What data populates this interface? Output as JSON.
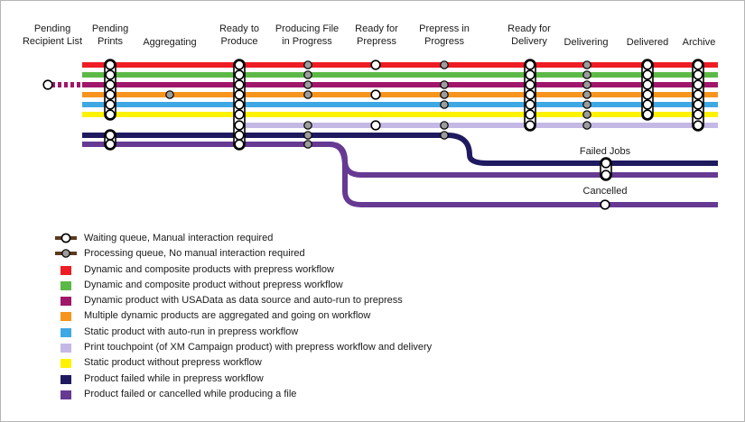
{
  "stages": [
    {
      "id": "pending-recipient-list",
      "label": "Pending\nRecipient List"
    },
    {
      "id": "pending-prints",
      "label": "Pending\nPrints"
    },
    {
      "id": "aggregating",
      "label": "Aggregating"
    },
    {
      "id": "ready-to-produce",
      "label": "Ready to\nProduce"
    },
    {
      "id": "producing-file",
      "label": "Producing File\nin Progress"
    },
    {
      "id": "ready-for-prepress",
      "label": "Ready for\nPrepress"
    },
    {
      "id": "prepress-in-progress",
      "label": "Prepress in\nProgress"
    },
    {
      "id": "ready-for-delivery",
      "label": "Ready for\nDelivery"
    },
    {
      "id": "delivering",
      "label": "Delivering"
    },
    {
      "id": "delivered",
      "label": "Delivered"
    },
    {
      "id": "archive",
      "label": "Archive"
    }
  ],
  "branches": {
    "failed_jobs": "Failed Jobs",
    "cancelled": "Cancelled"
  },
  "colors": {
    "red": "#ee1c24",
    "green": "#5cb946",
    "magenta": "#a0166a",
    "orange": "#f7941d",
    "cyan": "#3ea8e4",
    "lavender": "#c4b9e4",
    "yellow": "#fff200",
    "navy": "#1f1a5f",
    "purple": "#663a93",
    "queue_brown": "#5c3b1e"
  },
  "legend": [
    {
      "kind": "queue-waiting",
      "color": "queue_brown",
      "text": "Waiting queue, Manual interaction required"
    },
    {
      "kind": "queue-processing",
      "color": "queue_brown",
      "text": "Processing queue, No manual interaction required"
    },
    {
      "kind": "line",
      "color": "red",
      "text": "Dynamic and composite products with prepress workflow"
    },
    {
      "kind": "line",
      "color": "green",
      "text": "Dynamic  and composite product without prepress workflow"
    },
    {
      "kind": "line",
      "color": "magenta",
      "text": "Dynamic product with USAData as data source and auto-run to prepress"
    },
    {
      "kind": "line",
      "color": "orange",
      "text": "Multiple dynamic products are aggregated and going on workflow"
    },
    {
      "kind": "line",
      "color": "cyan",
      "text": "Static product with auto-run in prepress workflow"
    },
    {
      "kind": "line",
      "color": "lavender",
      "text": "Print touchpoint (of XM Campaign product) with prepress workflow and delivery"
    },
    {
      "kind": "line",
      "color": "yellow",
      "text": "Static product without prepress workflow"
    },
    {
      "kind": "line",
      "color": "navy",
      "text": "Product failed while in prepress workflow"
    },
    {
      "kind": "line",
      "color": "purple",
      "text": "Product failed or cancelled while producing a file"
    }
  ]
}
